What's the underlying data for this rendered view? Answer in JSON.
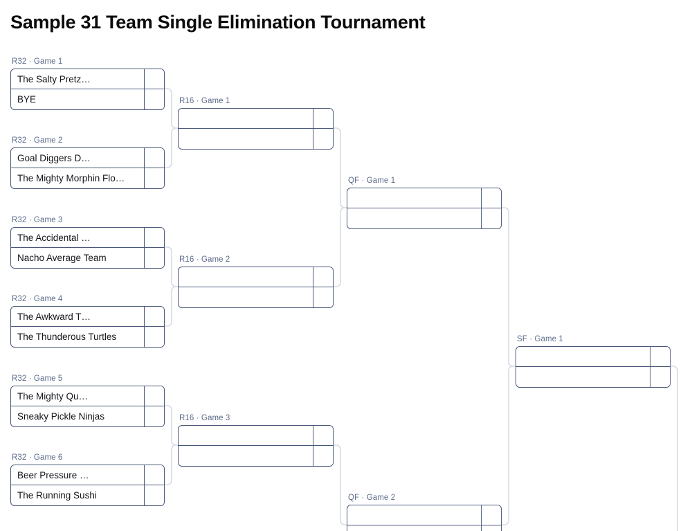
{
  "page": {
    "title": "Sample 31 Team Single Elimination Tournament"
  },
  "theme": {
    "box_border": "#49587a",
    "connector": "#d6dbe4",
    "label_text": "#5b6b8a",
    "team_text": "#13151a",
    "title_text": "#0b0b0c",
    "background": "#ffffff"
  },
  "bracket": {
    "rounds": [
      {
        "key": "R32",
        "name": "R32",
        "matches": [
          {
            "label": "R32 · Game 1",
            "top": {
              "team": "The Salty Pretz…",
              "score": ""
            },
            "bottom": {
              "team": "BYE",
              "score": ""
            }
          },
          {
            "label": "R32 · Game 2",
            "top": {
              "team": "Goal Diggers D…",
              "score": ""
            },
            "bottom": {
              "team": "The Mighty Morphin Flo…",
              "score": ""
            }
          },
          {
            "label": "R32 · Game 3",
            "top": {
              "team": "The Accidental …",
              "score": ""
            },
            "bottom": {
              "team": "Nacho Average Team",
              "score": ""
            }
          },
          {
            "label": "R32 · Game 4",
            "top": {
              "team": "The Awkward T…",
              "score": ""
            },
            "bottom": {
              "team": "The Thunderous Turtles",
              "score": ""
            }
          },
          {
            "label": "R32 · Game 5",
            "top": {
              "team": "The Mighty Qu…",
              "score": ""
            },
            "bottom": {
              "team": "Sneaky Pickle Ninjas",
              "score": ""
            }
          },
          {
            "label": "R32 · Game 6",
            "top": {
              "team": "Beer Pressure …",
              "score": ""
            },
            "bottom": {
              "team": "The Running Sushi",
              "score": ""
            }
          }
        ]
      },
      {
        "key": "R16",
        "name": "R16",
        "matches": [
          {
            "label": "R16 · Game 1",
            "top": {
              "team": "",
              "score": ""
            },
            "bottom": {
              "team": "",
              "score": ""
            }
          },
          {
            "label": "R16 · Game 2",
            "top": {
              "team": "",
              "score": ""
            },
            "bottom": {
              "team": "",
              "score": ""
            }
          },
          {
            "label": "R16 · Game 3",
            "top": {
              "team": "",
              "score": ""
            },
            "bottom": {
              "team": "",
              "score": ""
            }
          }
        ]
      },
      {
        "key": "QF",
        "name": "QF",
        "matches": [
          {
            "label": "QF · Game 1",
            "top": {
              "team": "",
              "score": ""
            },
            "bottom": {
              "team": "",
              "score": ""
            }
          },
          {
            "label": "QF · Game 2",
            "top": {
              "team": "",
              "score": ""
            },
            "bottom": {
              "team": "",
              "score": ""
            }
          }
        ]
      },
      {
        "key": "SF",
        "name": "SF",
        "matches": [
          {
            "label": "SF · Game 1",
            "top": {
              "team": "",
              "score": ""
            },
            "bottom": {
              "team": "",
              "score": ""
            }
          }
        ]
      }
    ]
  }
}
